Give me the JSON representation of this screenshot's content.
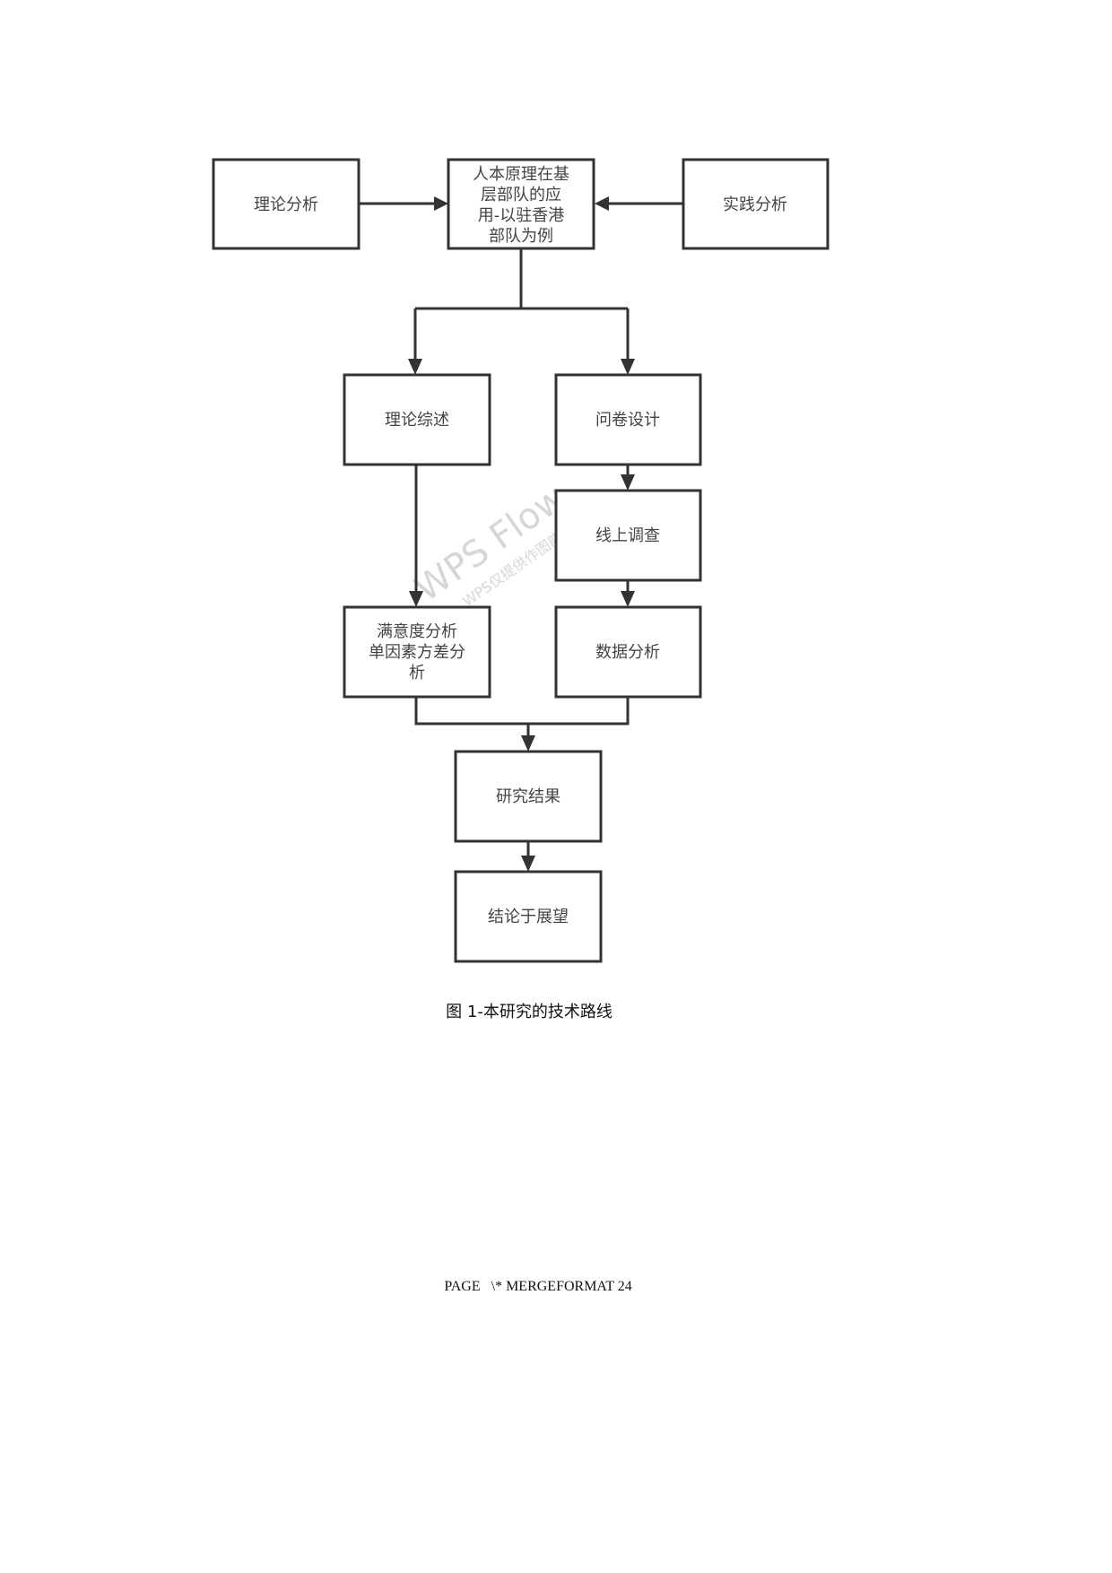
{
  "nodes": {
    "theory_analysis": "理论分析",
    "main_topic": [
      "人本原理在基",
      "层部队的应",
      "用-以驻香港",
      "部队为例"
    ],
    "practice_analysis": "实践分析",
    "literature_review": "理论综述",
    "questionnaire_design": "问卷设计",
    "online_survey": "线上调查",
    "satisfaction_analysis": [
      "满意度分析",
      "单因素方差分",
      "析"
    ],
    "data_analysis": "数据分析",
    "research_results": "研究结果",
    "conclusion": "结论于展望"
  },
  "watermark": {
    "main": "WPS Flow",
    "sub": "WPS仅提供作图能力"
  },
  "caption": "图 1-本研究的技术路线",
  "footer": "PAGE   \\* MERGEFORMAT 24",
  "colors": {
    "stroke": "#333333",
    "text": "#444444",
    "watermark": "#d6d6d6"
  }
}
